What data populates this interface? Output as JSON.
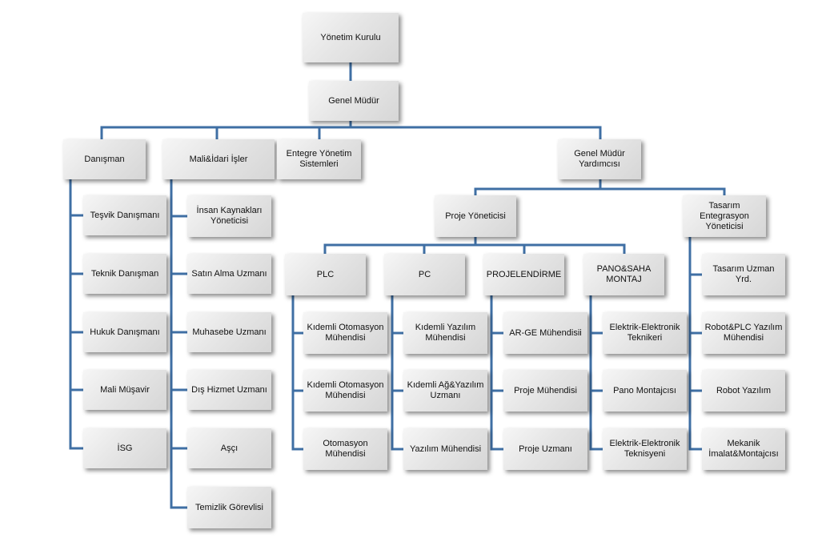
{
  "line_color": "#3f6fa4",
  "nodes": {
    "yonetim_kurulu": "Yönetim Kurulu",
    "genel_mudur": "Genel Müdür",
    "danisman": "Danışman",
    "mali_idari": "Mali&İdari İşler",
    "entegre": "Entegre Yönetim Sistemleri",
    "gm_yardimcisi": "Genel Müdür Yardımcısı",
    "tesvik": "Teşvik  Danışmanı",
    "teknik": "Teknik Danışman",
    "hukuk": "Hukuk  Danışmanı",
    "mali_musavir": "Mali  Müşavir",
    "isg": "İSG",
    "insan_kaynaklari": "İnsan Kaynakları Yöneticisi",
    "satin_alma": "Satın Alma Uzmanı",
    "muhasebe": "Muhasebe Uzmanı",
    "dis_hizmet": "Dış Hizmet Uzmanı",
    "asci": "Aşçı",
    "temizlik": "Temizlik Görevlisi",
    "proje_yoneticisi": "Proje Yöneticisi",
    "tasarim_entegrasyon": "Tasarım Entegrasyon Yöneticisi",
    "plc": "PLC",
    "pc": "PC",
    "projelendirme": "PROJELENDİRME",
    "pano_saha": "PANO&SAHA MONTAJ",
    "kidemli_otomasyon_1": "Kıdemli Otomasyon Mühendisi",
    "kidemli_otomasyon_2": "Kıdemli Otomasyon Mühendisi",
    "otomasyon_muh": "Otomasyon Mühendisi",
    "kidemli_yazilim": "Kıdemli Yazılım Mühendisi",
    "kidemli_ag_yazilim": "Kıdemli Ağ&Yazılım Uzmanı",
    "yazilim_muh": "Yazılım Mühendisi",
    "arge_muh": "AR-GE Mühendisii",
    "proje_muh": "Proje Mühendisi",
    "proje_uzmani": "Proje Uzmanı",
    "elektrik_teknikeri": "Elektrik-Elektronik Teknikeri",
    "pano_montajcisi": "Pano Montajcısı",
    "elektrik_teknisyeni": "Elektrik-Elektronik Teknisyeni",
    "tasarim_uzman_yrd": "Tasarım Uzman Yrd.",
    "robot_plc_yazilim": "Robot&PLC Yazılım Mühendisi",
    "robot_yazilim": "Robot Yazılım",
    "mekanik_imalat": "Mekanik İmalat&Montajcısı"
  }
}
